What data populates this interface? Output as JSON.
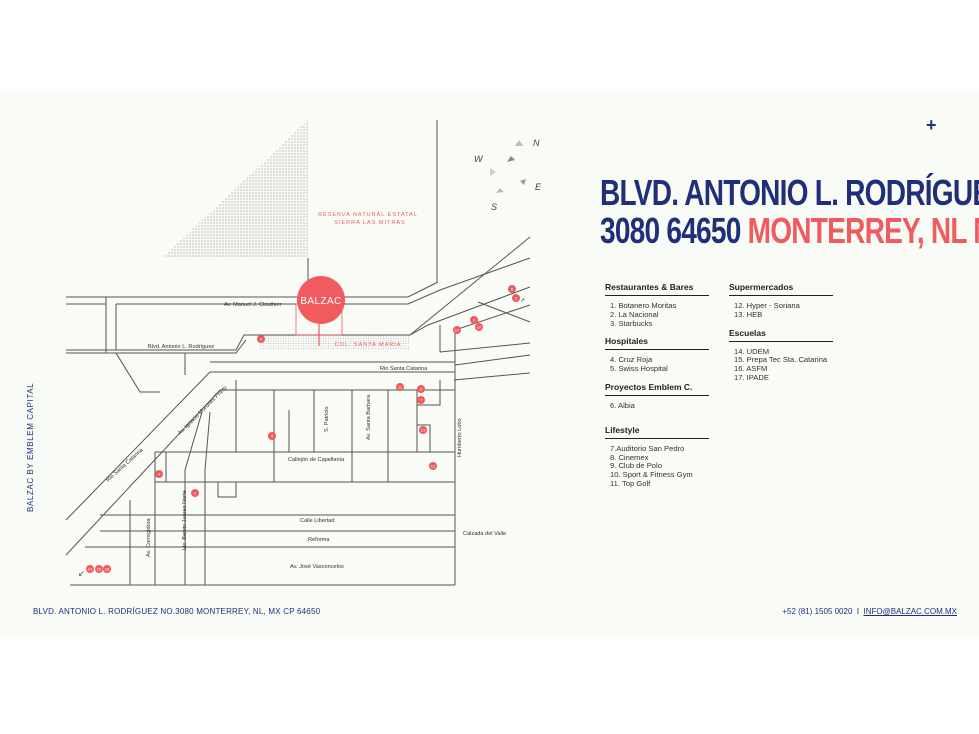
{
  "header": {
    "plus_label": "+"
  },
  "sidebar": {
    "brand": "BALZAC BY EMBLEM CAPITAL"
  },
  "address": {
    "line1": "BLVD. ANTONIO L. RODRÍGUEZ",
    "line2_blue": "3080 64650",
    "line2_red": "MONTERREY, NL MX"
  },
  "categories": {
    "restaurantes": {
      "title": "Restaurantes & Bares",
      "items": "1. Botanero Moritas\n2. La Nacional\n3. Starbucks"
    },
    "hospitales": {
      "title": "Hospitales",
      "items": "4. Cruz Roja\n5. Swiss Hospital"
    },
    "proyectos": {
      "title": "Proyectos Emblem C.",
      "items": "6. Albia"
    },
    "lifestyle": {
      "title": "Lifestyle",
      "items": "7.Auditorio San Pedro\n8. Cinemex\n9. Club de Polo\n10. Sport & Fitness Gym\n11. Top Golf"
    },
    "supermercados": {
      "title": "Supermercados",
      "items": "12. Hyper - Soriana\n13. HEB"
    },
    "escuelas": {
      "title": "Escuelas",
      "items": "14. UDEM\n15. Prepa Tec Sta. Catarina\n16. ASFM\n17. IPADE"
    }
  },
  "map": {
    "compass": {
      "n": "N",
      "e": "E",
      "s": "S",
      "w": "W"
    },
    "reserve_label_1": "RESERVA NATURAL ESTATAL",
    "reserve_label_2": "SIERRA LAS MITRAS",
    "balzac_label": "BALZAC",
    "colonia_label": "COL. SANTA MARIA",
    "streets": {
      "clouthier": "Av. Manuel J. Clouthier",
      "rodriguez": "Blvd. Antonio L. Rodríguez",
      "rio_sc": "Rio Santa Catarina",
      "rio_sc_diag": "Rio Santa Catarina",
      "morones": "Av. Ignacio Morones Prieto",
      "patricio": "S. Patricio",
      "santa_barbara": "Av. Santa Barbara",
      "humberto": "Humberto Lobo",
      "capellania": "Callejón de Capellanía",
      "libertad": "Calle Libertad",
      "reforma": "Reforma",
      "calzada": "Calzada del Valle",
      "vasconcelos": "Av. José Vasconcelos",
      "corregidora": "Av. Corregidora",
      "juarez": "Lic. Benito Juárez Norte"
    },
    "markers": [
      "1",
      "2",
      "3",
      "4",
      "5",
      "6",
      "7",
      "8",
      "9",
      "10",
      "11",
      "12",
      "13",
      "14",
      "15",
      "16",
      "17"
    ],
    "marker_color": "#ef5b5f"
  },
  "footer": {
    "address": "BLVD. ANTONIO L. RODRÍGUEZ NO.3080 MONTERREY, NL, MX CP 64650",
    "phone": "+52 (81) 1505 0020",
    "separator": "I",
    "email": "INFO@BALZAC.COM.MX"
  },
  "colors": {
    "navy": "#1f2f7a",
    "coral": "#ef5b5f",
    "road": "#555555"
  }
}
